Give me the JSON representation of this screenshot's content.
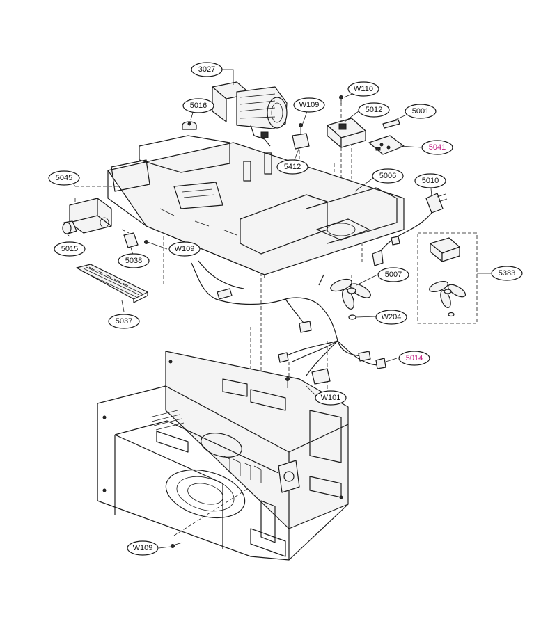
{
  "colors": {
    "line": "#1a1a1a",
    "label_text": "#111111",
    "highlight_label_text": "#c0177e"
  },
  "callouts": [
    {
      "id": "3027",
      "text": "3027",
      "highlight": false
    },
    {
      "id": "5016",
      "text": "5016",
      "highlight": false
    },
    {
      "id": "W109a",
      "text": "W109",
      "highlight": false
    },
    {
      "id": "W110",
      "text": "W110",
      "highlight": false
    },
    {
      "id": "5012",
      "text": "5012",
      "highlight": false
    },
    {
      "id": "5001",
      "text": "5001",
      "highlight": false
    },
    {
      "id": "5041",
      "text": "5041",
      "highlight": true
    },
    {
      "id": "5412",
      "text": "5412",
      "highlight": false
    },
    {
      "id": "5006",
      "text": "5006",
      "highlight": false
    },
    {
      "id": "5010",
      "text": "5010",
      "highlight": false
    },
    {
      "id": "5045",
      "text": "5045",
      "highlight": false
    },
    {
      "id": "5015",
      "text": "5015",
      "highlight": false
    },
    {
      "id": "5038",
      "text": "5038",
      "highlight": false
    },
    {
      "id": "W109b",
      "text": "W109",
      "highlight": false
    },
    {
      "id": "5383",
      "text": "5383",
      "highlight": false
    },
    {
      "id": "5007",
      "text": "5007",
      "highlight": false
    },
    {
      "id": "5037",
      "text": "5037",
      "highlight": false
    },
    {
      "id": "W204",
      "text": "W204",
      "highlight": false
    },
    {
      "id": "5014",
      "text": "5014",
      "highlight": true
    },
    {
      "id": "W101",
      "text": "W101",
      "highlight": false
    },
    {
      "id": "W109c",
      "text": "W109",
      "highlight": false
    }
  ]
}
